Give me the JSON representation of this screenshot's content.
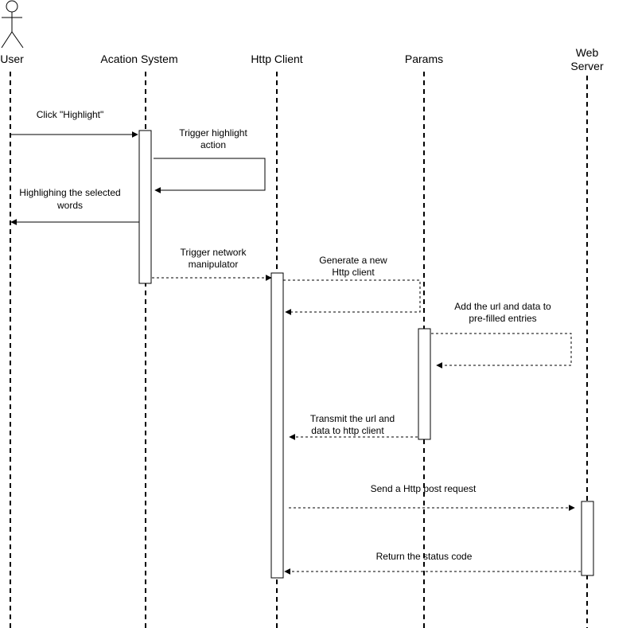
{
  "diagram": {
    "type": "sequence",
    "participants": {
      "user": "User",
      "system": "Acation System",
      "client": "Http Client",
      "params": "Params",
      "server_line1": "Web",
      "server_line2": "Server"
    },
    "messages": {
      "m1": "Click \"Highlight\"",
      "m2_line1": "Trigger highlight",
      "m2_line2": "action",
      "m3_line1": "Highlighing the selected",
      "m3_line2": "words",
      "m4_line1": "Trigger network",
      "m4_line2": "manipulator",
      "m5_line1": "Generate a new",
      "m5_line2": "Http client",
      "m6_line1": "Add the url and data to",
      "m6_line2": "pre-filled entries",
      "m7_line1": "Transmit the url and",
      "m7_line2": "data to http client",
      "m8": "Send a Http post request",
      "m9": "Return the status code"
    }
  }
}
